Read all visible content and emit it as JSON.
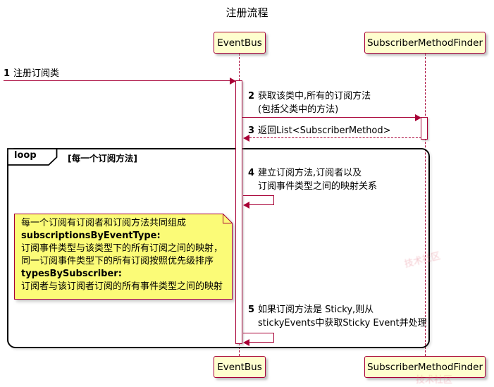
{
  "title": "注册流程",
  "participants": {
    "eventbus": "EventBus",
    "finder": "SubscriberMethodFinder"
  },
  "loop": {
    "keyword": "loop",
    "guard": "[每一个订阅方法]"
  },
  "messages": {
    "m1": {
      "num": "1",
      "text": "注册订阅类"
    },
    "m2": {
      "num": "2",
      "line1": "获取该类中,所有的订阅方法",
      "line2": "(包括父类中的方法)"
    },
    "m3": {
      "num": "3",
      "text": "返回List<SubscriberMethod>"
    },
    "m4": {
      "num": "4",
      "line1": "建立订阅方法,订阅者以及",
      "line2": "订阅事件类型之间的映射关系"
    },
    "m5": {
      "num": "5",
      "line1": "如果订阅方法是 Sticky,则从",
      "line2": "stickyEvents中获取Sticky Event并处理"
    }
  },
  "note": {
    "line1": "每一个订阅有订阅者和订阅方法共同组成",
    "line2": "subscriptionsByEventType:",
    "line3": "订阅事件类型与该类型下的所有订阅之间的映射，",
    "line4": "同一订阅事件类型下的所有订阅按照优先级排序",
    "line5": "typesBySubscriber:",
    "line6": "订阅者与该订阅者订阅的所有事件类型之间的映射"
  },
  "watermark": {
    "text": "技术社区"
  },
  "colors": {
    "accent": "#A80036",
    "participant_bg": "#FEFECE",
    "note_bg": "#FBFB77",
    "frame_border": "#000000"
  }
}
